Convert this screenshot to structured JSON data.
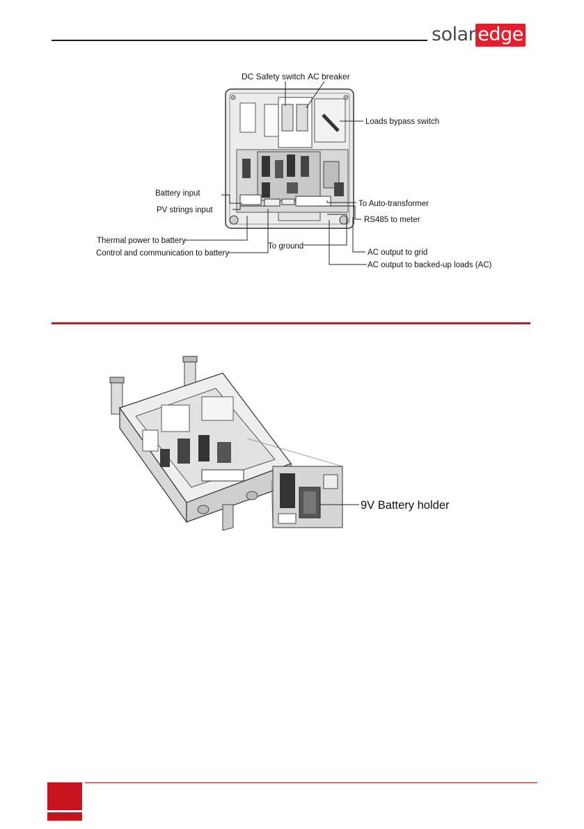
{
  "header": {
    "logo_solar": "solar",
    "logo_edge": "edge"
  },
  "figure1": {
    "labels": {
      "dc_safety_switch": "DC Safety switch",
      "ac_breaker": "AC breaker",
      "loads_bypass_switch": "Loads bypass switch",
      "battery_input": "Battery input",
      "pv_strings_input": "PV strings input",
      "to_auto_transformer": "To Auto-transformer",
      "rs485_to_meter": "RS485 to meter",
      "thermal_power_to_battery": "Thermal power to battery",
      "control_comm_battery": "Control and communication to battery",
      "to_ground": "To ground",
      "ac_output_grid": "AC output to grid",
      "ac_output_backed_up": "AC output to backed-up loads (AC)"
    }
  },
  "figure2": {
    "battery_holder_label": "9V Battery holder"
  }
}
